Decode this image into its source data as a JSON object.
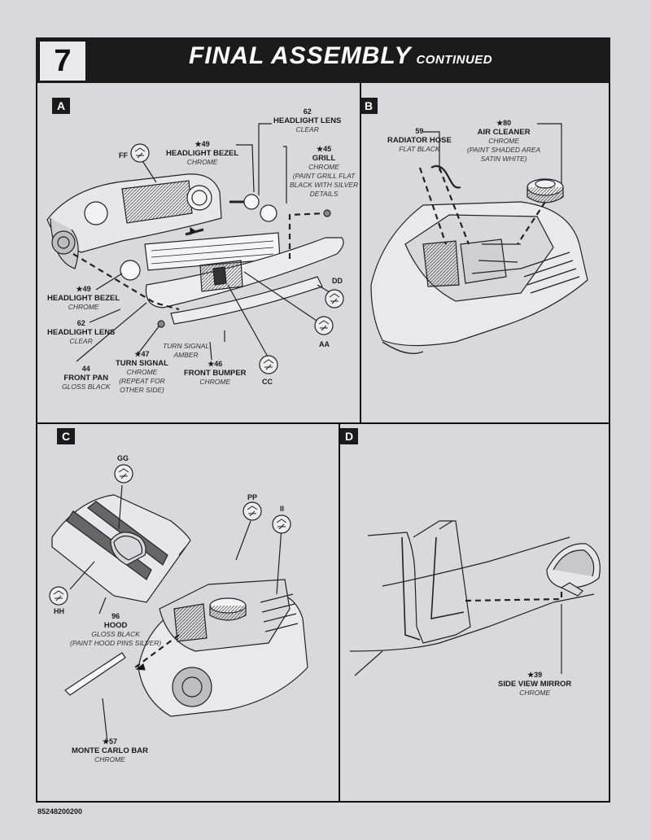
{
  "header": {
    "step": "7",
    "title": "FINAL ASSEMBLY",
    "subtitle": "CONTINUED"
  },
  "panels": {
    "A": {
      "tag": "A",
      "parts": {
        "headlight_lens_top": {
          "num": "62",
          "name": "HEADLIGHT LENS",
          "finish": "CLEAR"
        },
        "headlight_bezel_top": {
          "num": "★49",
          "name": "HEADLIGHT BEZEL",
          "finish": "CHROME"
        },
        "grill": {
          "num": "★45",
          "name": "GRILL",
          "finish": "CHROME",
          "note1": "(PAINT GRILL FLAT",
          "note2": "BLACK WITH SILVER",
          "note3": "DETAILS"
        },
        "headlight_bezel_left": {
          "num": "★49",
          "name": "HEADLIGHT BEZEL",
          "finish": "CHROME"
        },
        "headlight_lens_left": {
          "num": "62",
          "name": "HEADLIGHT LENS",
          "finish": "CLEAR"
        },
        "front_pan": {
          "num": "44",
          "name": "FRONT PAN",
          "finish": "GLOSS BLACK"
        },
        "turn_signal": {
          "num": "★47",
          "name": "TURN SIGNAL",
          "finish": "CHROME",
          "note1": "(REPEAT FOR",
          "note2": "OTHER SIDE)"
        },
        "turn_signal_amber": {
          "name": "TURN SIGNAL",
          "finish": "AMBER"
        },
        "front_bumper": {
          "num": "★46",
          "name": "FRONT BUMPER",
          "finish": "CHROME"
        }
      },
      "codes": {
        "ff": "FF",
        "dd": "DD",
        "aa": "AA",
        "cc": "CC"
      }
    },
    "B": {
      "tag": "B",
      "parts": {
        "radiator_hose": {
          "num": "59",
          "name": "RADIATOR HOSE",
          "finish": "FLAT BLACK"
        },
        "air_cleaner": {
          "num": "★80",
          "name": "AIR CLEANER",
          "finish": "CHROME",
          "note1": "(PAINT SHADED AREA",
          "note2": "SATIN WHITE)"
        }
      }
    },
    "C": {
      "tag": "C",
      "parts": {
        "hood": {
          "num": "96",
          "name": "HOOD",
          "finish": "GLOSS BLACK",
          "note1": "(PAINT HOOD PINS SILVER)"
        },
        "monte_carlo_bar": {
          "num": "★57",
          "name": "MONTE CARLO BAR",
          "finish": "CHROME"
        }
      },
      "codes": {
        "gg": "GG",
        "hh": "HH",
        "pp": "PP",
        "ii": "II"
      }
    },
    "D": {
      "tag": "D",
      "parts": {
        "side_view_mirror": {
          "num": "★39",
          "name": "SIDE VIEW MIRROR",
          "finish": "CHROME"
        }
      }
    }
  },
  "footer": {
    "code": "85248200200"
  }
}
